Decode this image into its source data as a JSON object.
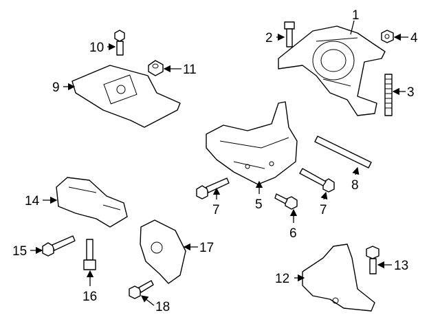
{
  "diagram": {
    "callouts": [
      "1",
      "2",
      "3",
      "4",
      "5",
      "6",
      "7",
      "7",
      "8",
      "9",
      "10",
      "11",
      "12",
      "13",
      "14",
      "15",
      "16",
      "17",
      "18"
    ],
    "line_color": "#000000",
    "background": "#ffffff"
  }
}
